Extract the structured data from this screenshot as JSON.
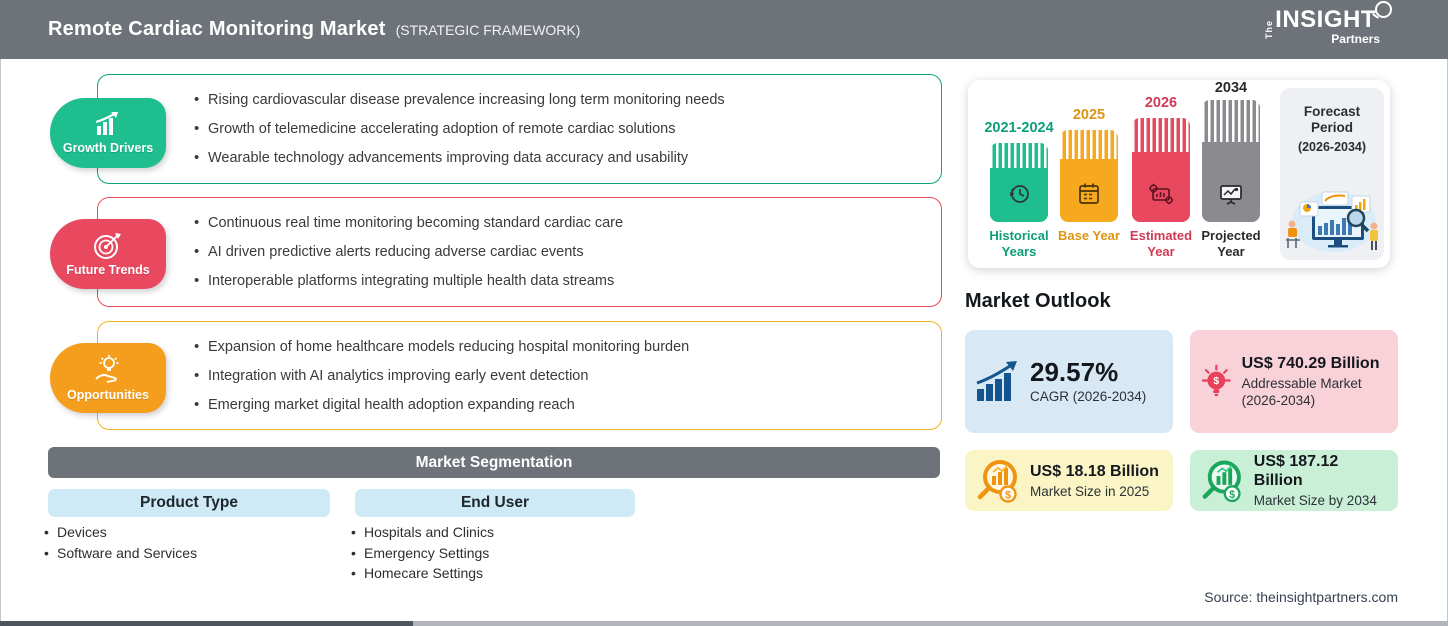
{
  "header": {
    "title": "Remote Cardiac Monitoring Market",
    "subtitle": "(STRATEGIC FRAMEWORK)",
    "bg_color": "#6d7379",
    "logo": {
      "the": "The",
      "insight": "INSIGHT",
      "partners": "Partners"
    }
  },
  "framework": {
    "sections": [
      {
        "label": "Growth Drivers",
        "badge_color": "#1ebe8e",
        "border_color": "#0ba57e",
        "icon": "growth-chart-icon",
        "bullets": [
          "Rising cardiovascular disease prevalence increasing long term monitoring needs",
          "Growth of telemedicine accelerating adoption of remote cardiac solutions",
          "Wearable technology advancements improving data accuracy and usability"
        ]
      },
      {
        "label": "Future Trends",
        "badge_color": "#e8495f",
        "border_color": "#e8495f",
        "icon": "target-icon",
        "bullets": [
          "Continuous real time monitoring becoming standard cardiac care",
          "AI driven predictive alerts reducing adverse cardiac events",
          "Interoperable platforms integrating multiple health data streams"
        ]
      },
      {
        "label": "Opportunities",
        "badge_color": "#f59e1d",
        "border_color": "#f2b21c",
        "icon": "bulb-hand-icon",
        "bullets": [
          "Expansion of home healthcare models reducing hospital monitoring burden",
          "Integration with AI analytics improving early event detection",
          "Emerging market digital health adoption expanding reach"
        ]
      }
    ]
  },
  "segmentation": {
    "title": "Market Segmentation",
    "columns": [
      {
        "header": "Product Type",
        "items": [
          "Devices",
          "Software and Services"
        ]
      },
      {
        "header": "End User",
        "items": [
          "Hospitals and Clinics",
          "Emergency Settings",
          "Homecare Settings"
        ]
      }
    ]
  },
  "timeline": {
    "bars": [
      {
        "year": "2021-2024",
        "label": "Historical Years",
        "color": "#1ebe8e",
        "text_color": "#0e9e78",
        "icon": "history-clock-icon"
      },
      {
        "year": "2025",
        "label": "Base Year",
        "color": "#f6a81f",
        "text_color": "#dd9415",
        "icon": "calendar-icon"
      },
      {
        "year": "2026",
        "label": "Estimated Year",
        "color": "#e8495f",
        "text_color": "#cf3a55",
        "icon": "gear-chart-icon"
      },
      {
        "year": "2034",
        "label": "Projected Year",
        "color": "#8b8b8f",
        "text_color": "#2b2b2b",
        "icon": "presentation-icon"
      }
    ],
    "forecast": {
      "title_line1": "Forecast",
      "title_line2": "Period",
      "range": "(2026-2034)"
    }
  },
  "market_outlook": {
    "title": "Market Outlook",
    "cards": [
      {
        "value": "29.57%",
        "label": "CAGR (2026-2034)",
        "bg": "#d8e9f5",
        "icon": "growth-bars-arrow-icon"
      },
      {
        "value": "US$ 740.29 Billion",
        "label": "Addressable Market (2026-2034)",
        "bg": "#f8d1d9",
        "icon": "dollar-bulb-icon"
      },
      {
        "value": "US$ 18.18 Billion",
        "label": "Market Size in 2025",
        "bg": "#fbf5c6",
        "icon": "magnifier-chart-orange-icon"
      },
      {
        "value": "US$ 187.12 Billion",
        "label": "Market Size by 2034",
        "bg": "#c9efd7",
        "icon": "magnifier-chart-green-icon"
      }
    ]
  },
  "source": "Source: theinsightpartners.com"
}
